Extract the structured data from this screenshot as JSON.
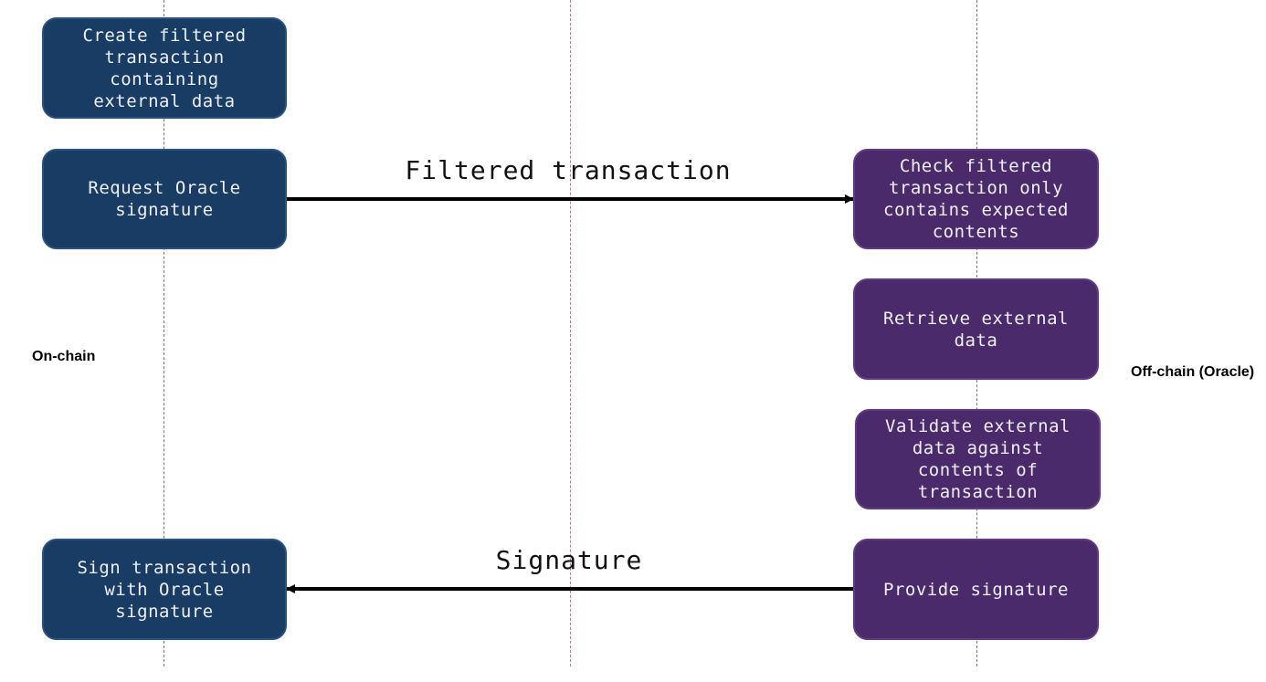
{
  "lanes": {
    "left_label": "On-chain",
    "right_label": "Off-chain (Oracle)"
  },
  "steps": {
    "create_filtered": "Create filtered\ntransaction\ncontaining\nexternal data",
    "request_signature": "Request Oracle\nsignature",
    "check_filtered": "Check filtered\ntransaction only\ncontains expected\ncontents",
    "retrieve_data": "Retrieve external\ndata",
    "validate_data": "Validate external\ndata against\ncontents of\ntransaction",
    "provide_signature": "Provide signature",
    "sign_transaction": "Sign transaction\nwith Oracle\nsignature"
  },
  "messages": {
    "filtered_transaction": "Filtered transaction",
    "signature": "Signature"
  },
  "colors": {
    "onchain_box": "#183c63",
    "offchain_box": "#4a2a6a",
    "lane_line": "#6a7aa8",
    "center_line": "#b07c8c"
  }
}
